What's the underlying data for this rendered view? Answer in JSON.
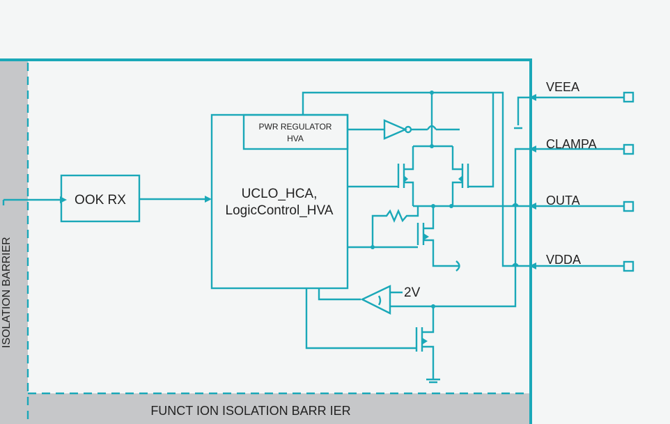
{
  "left_barrier_label": "ISOLATION BARRIER",
  "bottom_barrier_label": "FUNCT ION ISOLATION BARR IER",
  "blocks": {
    "ook_rx": "OOK RX",
    "pwr_regulator_line1": "PWR REGULATOR",
    "pwr_regulator_line2": "HVA",
    "logic_line1": "UCLO_HCA,",
    "logic_line2": "LogicControl_HVA"
  },
  "comparator_ref": "2V",
  "pins": [
    {
      "name": "VEEA"
    },
    {
      "name": "CLAMPA"
    },
    {
      "name": "OUTA"
    },
    {
      "name": "VDDA"
    }
  ],
  "colors": {
    "line": "#1aa8b8",
    "barrier_fill": "#c6c7c9",
    "background": "#f4f6f6"
  }
}
